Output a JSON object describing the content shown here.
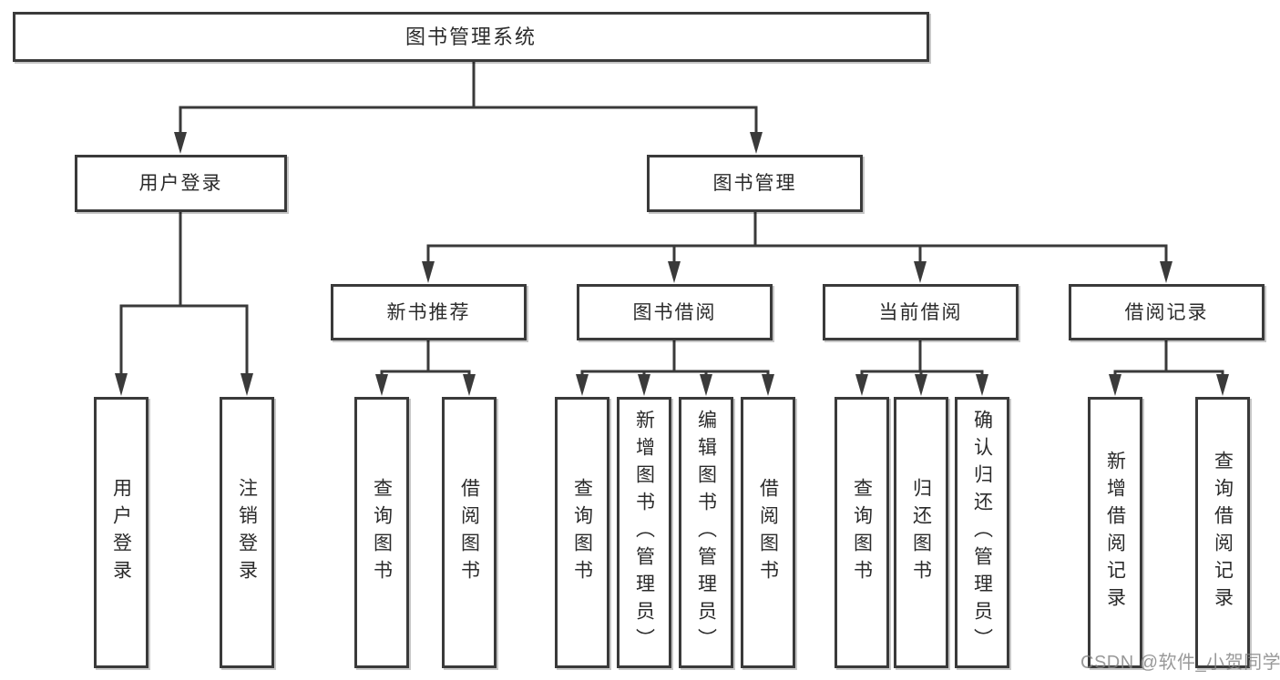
{
  "diagram": {
    "title": "图书管理系统",
    "children": [
      {
        "label": "用户登录",
        "children": [
          {
            "label": "用户登录"
          },
          {
            "label": "注销登录"
          }
        ]
      },
      {
        "label": "图书管理",
        "children": [
          {
            "label": "新书推荐",
            "children": [
              {
                "label": "查询图书"
              },
              {
                "label": "借阅图书"
              }
            ]
          },
          {
            "label": "图书借阅",
            "children": [
              {
                "label": "查询图书"
              },
              {
                "label": "新增图书（管理员）"
              },
              {
                "label": "编辑图书（管理员）"
              },
              {
                "label": "借阅图书"
              }
            ]
          },
          {
            "label": "当前借阅",
            "children": [
              {
                "label": "查询图书"
              },
              {
                "label": "归还图书"
              },
              {
                "label": "确认归还（管理员）"
              }
            ]
          },
          {
            "label": "借阅记录",
            "children": [
              {
                "label": "新增借阅记录"
              },
              {
                "label": "查询借阅记录"
              }
            ]
          }
        ]
      }
    ]
  },
  "watermark": "CSDN @软件_小贺同学",
  "colors": {
    "line": "#3a3a3a",
    "node_border": "#3a3a3a",
    "node_text": "#2b2b2b",
    "background": "#ffffff",
    "watermark_text": "#828282"
  }
}
